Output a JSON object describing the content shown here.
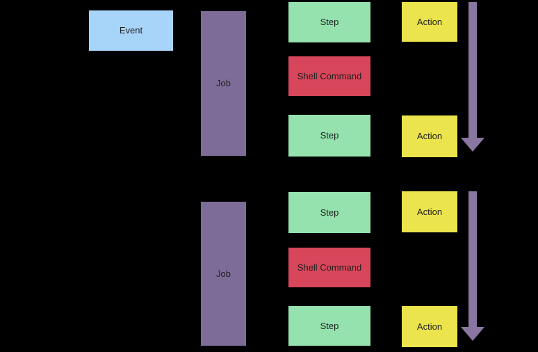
{
  "event": {
    "label": "Event"
  },
  "groups": [
    {
      "job": {
        "label": "Job"
      },
      "rows": [
        {
          "type": "step",
          "label": "Step",
          "action": {
            "label": "Action"
          }
        },
        {
          "type": "shell-command",
          "label": "Shell Command"
        },
        {
          "type": "step",
          "label": "Step",
          "action": {
            "label": "Action"
          }
        }
      ],
      "sequence_arrow": "down"
    },
    {
      "job": {
        "label": "Job"
      },
      "rows": [
        {
          "type": "step",
          "label": "Step",
          "action": {
            "label": "Action"
          }
        },
        {
          "type": "shell-command",
          "label": "Shell Command"
        },
        {
          "type": "step",
          "label": "Step",
          "action": {
            "label": "Action"
          }
        }
      ],
      "sequence_arrow": "down"
    }
  ],
  "colors": {
    "bg": "#000000",
    "event-fill": "#a7d4f9",
    "job-fill": "#7e6c98",
    "step-fill": "#95e2ae",
    "shell-fill": "#d7465a",
    "action-fill": "#ece44c",
    "arrow-fill": "#8a77a1",
    "text": "#1f1f1f"
  }
}
